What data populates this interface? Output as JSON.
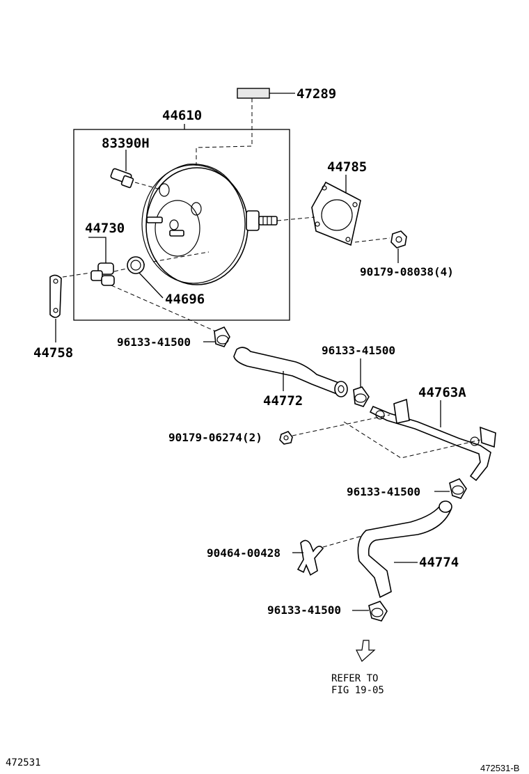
{
  "labels": {
    "p47289": "47289",
    "p44610": "44610",
    "p83390h": "83390H",
    "p44785": "44785",
    "p44730": "44730",
    "p90179_08038": "90179-08038(4)",
    "p44696": "44696",
    "p44758": "44758",
    "p96133_a": "96133-41500",
    "p96133_b": "96133-41500",
    "p44772": "44772",
    "p44763a": "44763A",
    "p90179_06274": "90179-06274(2)",
    "p96133_c": "96133-41500",
    "p90464": "90464-00428",
    "p44774": "44774",
    "p96133_d": "96133-41500",
    "refer_line1": "REFER TO",
    "refer_line2": "FIG 19-05",
    "fig_left": "472531",
    "fig_right": "472531-B"
  }
}
